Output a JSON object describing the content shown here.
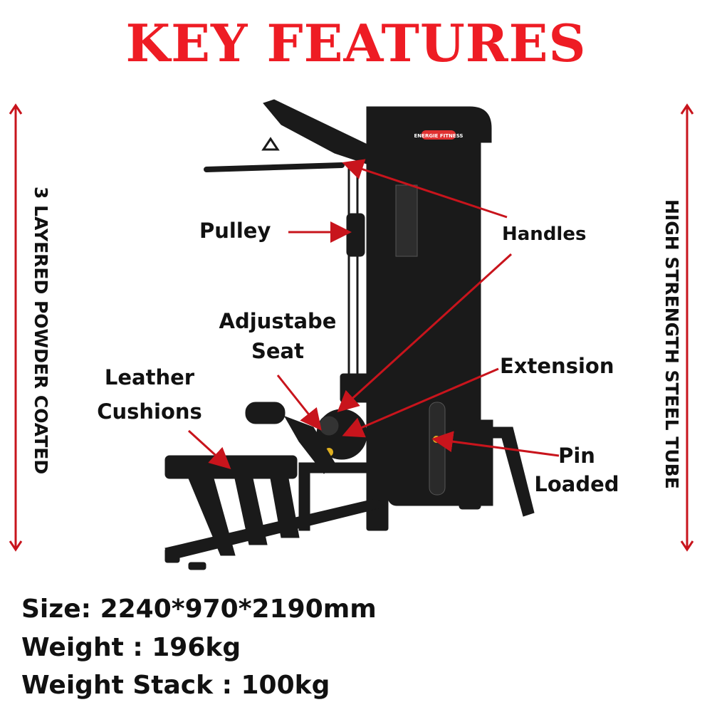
{
  "title": "KEY FEATURES",
  "side_left": "3 LAYERED POWDER COATED",
  "side_right": "HIGH STRENGTH STEEL TUBE",
  "brand_logo": "ENERGIE FITNESS",
  "labels": {
    "pulley": "Pulley",
    "handles": "Handles",
    "seat_line1": "Adjustabe",
    "seat_line2": "Seat",
    "cushions_line1": "Leather",
    "cushions_line2": "Cushions",
    "extension": "Extension",
    "pin_line1": "Pin",
    "pin_line2": "Loaded"
  },
  "specs": [
    "Size: 2240*970*2190mm",
    "Weight : 196kg",
    "Weight Stack : 100kg"
  ],
  "colors": {
    "accent": "#ee1c24",
    "machine": "#1a1a1a",
    "text": "#111111"
  }
}
